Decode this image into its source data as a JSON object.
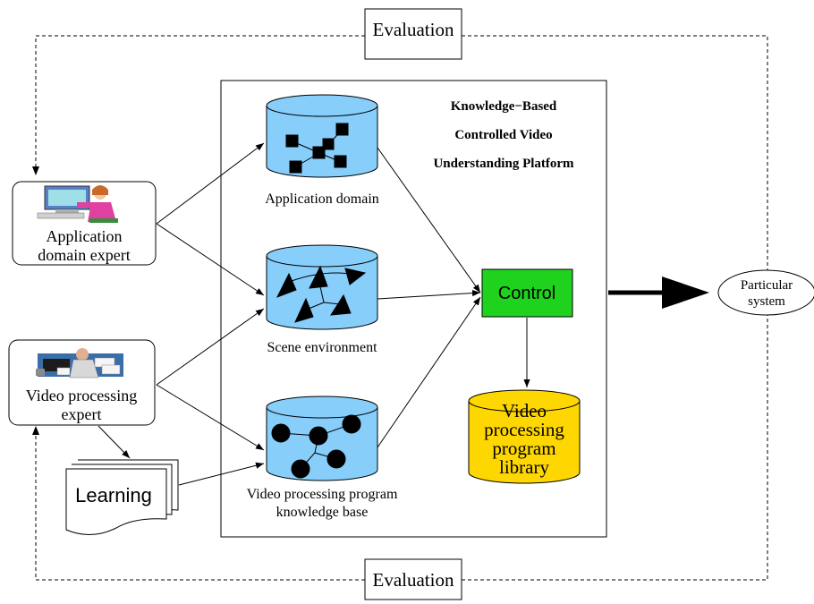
{
  "diagram": {
    "evaluation_top": "Evaluation",
    "evaluation_bottom": "Evaluation",
    "platform_title": [
      "Knowledge−Based",
      "Controlled Video",
      "Understanding Platform"
    ],
    "application_domain_expert": [
      "Application",
      "domain expert"
    ],
    "video_processing_expert": [
      "Video processing",
      "expert"
    ],
    "learning": "Learning",
    "application_domain": "Application domain",
    "scene_environment": "Scene environment",
    "video_program_kb": [
      "Video processing program",
      "knowledge base"
    ],
    "control": "Control",
    "library": [
      "Video",
      "processing",
      "program",
      "library"
    ],
    "particular_system": [
      "Particular",
      "system"
    ]
  },
  "colors": {
    "db_fill": "#87cefa",
    "control_fill": "#1ed21e",
    "library_fill": "#ffd700",
    "stroke": "#000000"
  }
}
